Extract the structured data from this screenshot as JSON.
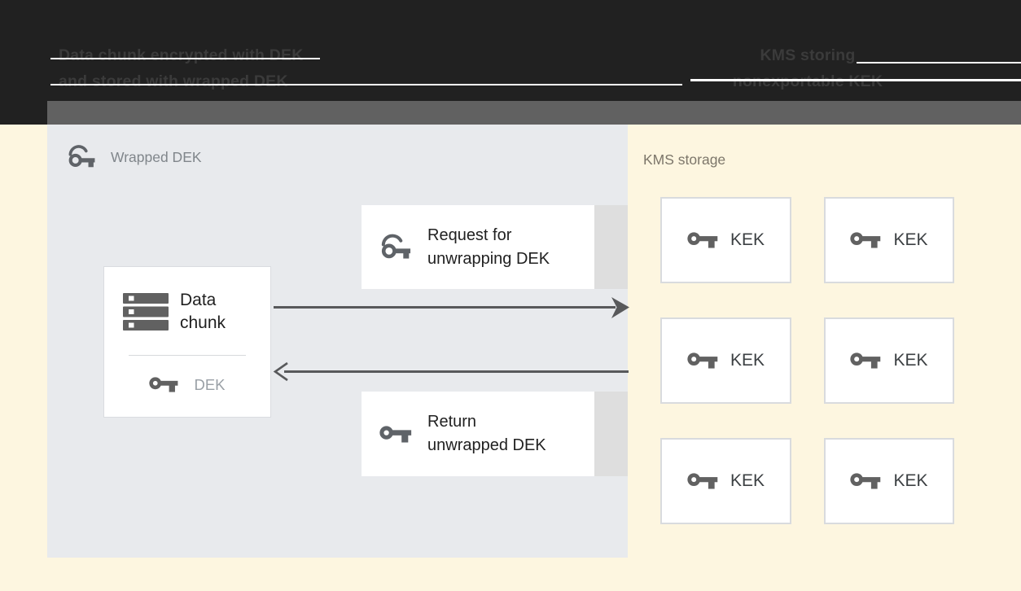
{
  "header": {
    "left_caption_line1": "Data chunk encrypted with DEK",
    "left_caption_line2": "and stored with wrapped DEK",
    "right_caption_line1": "KMS storing",
    "right_caption_line2": "nonexportable KEK"
  },
  "wrapped_panel": {
    "title": "Wrapped DEK",
    "data_chunk": {
      "line1": "Data",
      "line2": "chunk",
      "key_label": "DEK"
    },
    "request_box": {
      "line1": "Request for",
      "line2": "unwrapping DEK"
    },
    "return_box": {
      "line1": "Return",
      "line2": "unwrapped DEK"
    }
  },
  "kms_panel": {
    "title": "KMS storage",
    "kek_boxes": [
      {
        "label": "KEK"
      },
      {
        "label": "KEK"
      },
      {
        "label": "KEK"
      },
      {
        "label": "KEK"
      },
      {
        "label": "KEK"
      },
      {
        "label": "KEK"
      }
    ]
  },
  "icons": {
    "wrapped_key": "wrapped-key-icon",
    "plain_key": "key-icon",
    "data_chunk": "storage-stack-icon"
  },
  "colors": {
    "header_bg": "#212121",
    "header_band": "#616161",
    "canvas_bg": "#fdf6e0",
    "panel_bg": "#e8eaed",
    "box_bg": "#ffffff",
    "box_border": "#dadce0",
    "box_strip": "#dedede",
    "icon_gray": "#5f6368",
    "text_dark": "#212121",
    "text_muted": "#9aa0a6",
    "label_gray": "#80868b",
    "arrow": "#58595b",
    "hairline": "#ffffff"
  }
}
